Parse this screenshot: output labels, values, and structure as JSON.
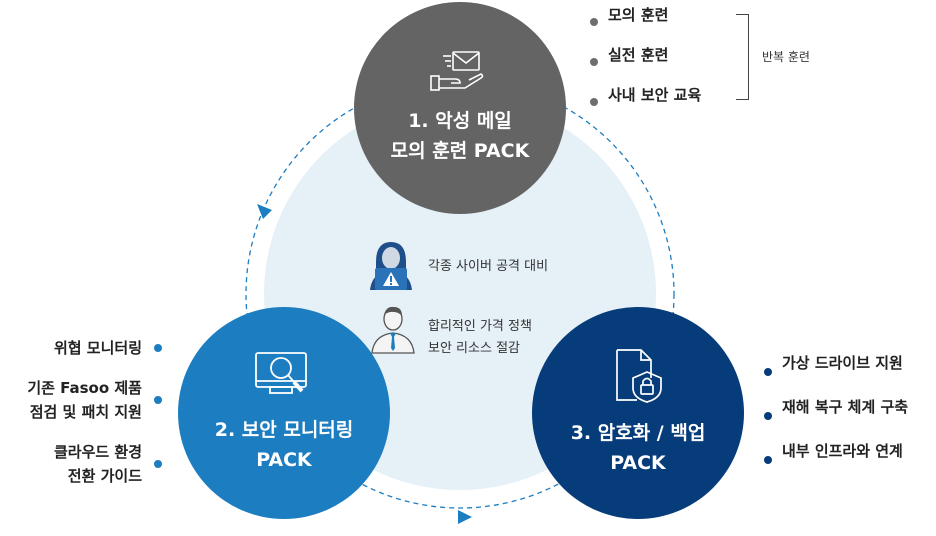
{
  "center": {
    "benefit_1": "각종 사이버 공격 대비",
    "benefit_2_lines": [
      "합리적인 가격 정책",
      "보안 리소스 절감"
    ],
    "icons": [
      "hacker-warning-icon",
      "businessman-icon"
    ]
  },
  "packs": [
    {
      "title_lines": [
        "1. 악성 메일",
        "모의 훈련 PACK"
      ],
      "icon": "hand-mail-icon",
      "color": "#646464",
      "features": [
        "모의 훈련",
        "실전 훈련",
        "사내 보안 교육"
      ],
      "group_label": "반복 훈련"
    },
    {
      "title_lines": [
        "2. 보안 모니터링",
        "PACK"
      ],
      "icon": "monitor-magnifier-icon",
      "color": "#1d7dc1",
      "features": [
        [
          "위협 모니터링"
        ],
        [
          "기존 Fasoo 제품",
          "점검 및 패치 지원"
        ],
        [
          "클라우드 환경",
          "전환 가이드"
        ]
      ]
    },
    {
      "title_lines": [
        "3. 암호화 / 백업",
        "PACK"
      ],
      "icon": "document-lock-shield-icon",
      "color": "#063c7a",
      "features": [
        "가상 드라이브 지원",
        "재해 복구 체계 구축",
        "내부 인프라와 연계"
      ]
    }
  ],
  "cycle_color": "#1d7dc1",
  "center_fill": "#e6f0f7"
}
